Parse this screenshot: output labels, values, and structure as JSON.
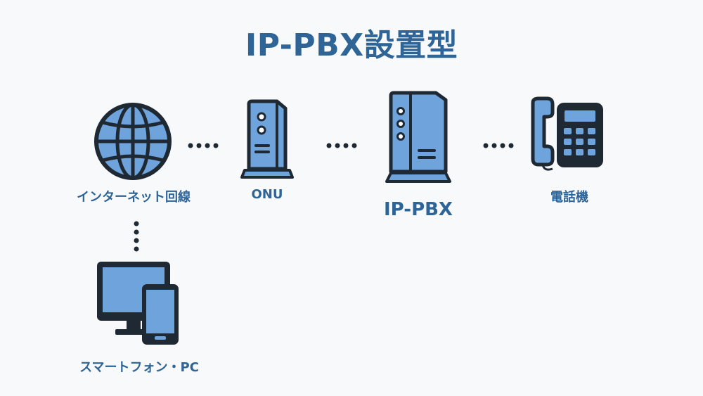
{
  "title": "IP-PBX設置型",
  "nodes": {
    "internet": {
      "label": "インターネット回線",
      "icon": "globe-icon"
    },
    "onu": {
      "label": "ONU",
      "icon": "onu-router-icon"
    },
    "pbx": {
      "label": "IP-PBX",
      "icon": "pbx-server-icon"
    },
    "phone": {
      "label": "電話機",
      "icon": "desk-phone-icon"
    },
    "devices": {
      "label": "スマートフォン・PC",
      "icon": "monitor-smartphone-icon"
    }
  },
  "colors": {
    "title": "#2e6496",
    "icon_fill": "#6ea3dc",
    "outline": "#1f2933",
    "background": "#f7f9fb"
  }
}
